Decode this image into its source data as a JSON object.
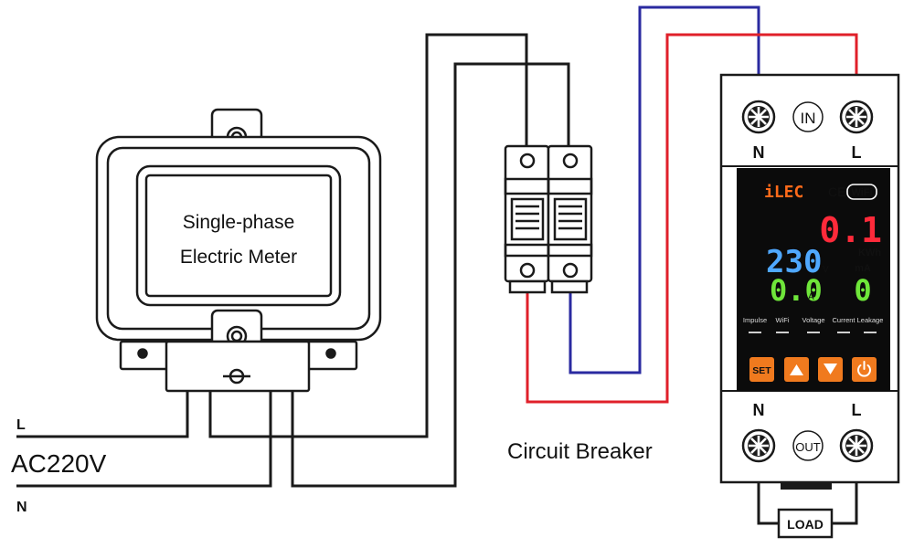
{
  "supply": {
    "line_label": "L",
    "voltage_label": "AC220V",
    "neutral_label": "N"
  },
  "meter": {
    "line1": "Single-phase",
    "line2": "Electric Meter"
  },
  "breaker": {
    "label": "Circuit Breaker"
  },
  "device": {
    "in_badge": "IN",
    "out_badge": "OUT",
    "top_n": "N",
    "top_l": "L",
    "bottom_n": "N",
    "bottom_l": "L",
    "brand": "iLEC",
    "ce_mark": "CE",
    "wifi_badge": "WiFi",
    "energy_value": "0.1",
    "energy_unit": "KWh",
    "voltage_value": "230",
    "voltage_unit": "V",
    "current_value": "0.0",
    "current_unit": "A",
    "leak_unit": "mA",
    "leak_value": "0",
    "indicators": [
      "Impulse",
      "WiFi",
      "Voltage",
      "Current",
      "Leakage"
    ],
    "btn_set": "SET"
  },
  "load": {
    "label": "LOAD"
  },
  "colors": {
    "wire_black": "#1a1a1a",
    "wire_blue": "#2a2aa0",
    "wire_red": "#e0202a",
    "energy": "#ff2a3a",
    "voltage": "#4fa8ff",
    "current": "#6fe63a",
    "leak": "#6fe63a",
    "brand": "#ff6a1a",
    "button": "#f07a1e"
  }
}
